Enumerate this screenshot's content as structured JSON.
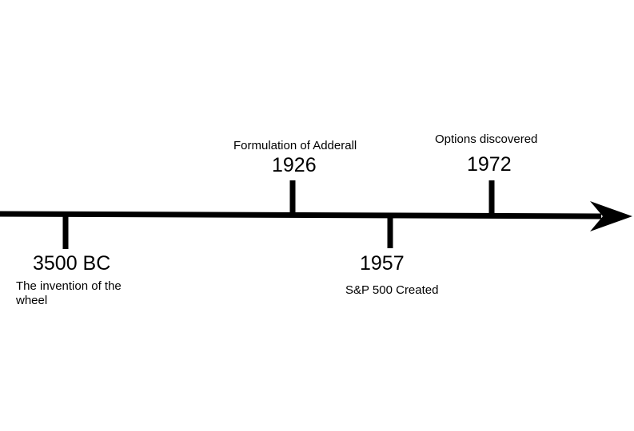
{
  "colors": {
    "background": "#ffffff",
    "ink": "#000000"
  },
  "events": [
    {
      "year": "3500 BC",
      "description": "The invention of the wheel",
      "side": "below"
    },
    {
      "year": "1926",
      "description": "Formulation of Adderall",
      "side": "above"
    },
    {
      "year": "1957",
      "description": "S&P 500 Created",
      "side": "below"
    },
    {
      "year": "1972",
      "description": "Options discovered",
      "side": "above"
    }
  ]
}
